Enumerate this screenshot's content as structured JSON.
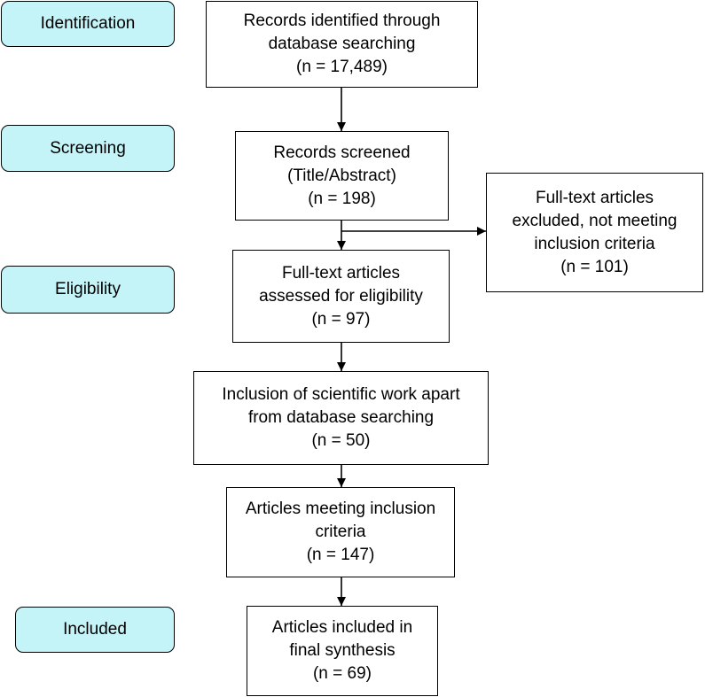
{
  "phases": {
    "identification": "Identification",
    "screening": "Screening",
    "eligibility": "Eligibility",
    "included": "Included"
  },
  "boxes": {
    "records_identified": [
      "Records identified through",
      "database searching",
      "(n = 17,489)"
    ],
    "records_screened": [
      "Records screened",
      "(Title/Abstract)",
      "(n = 198)"
    ],
    "excluded": [
      "Full-text articles",
      "excluded, not meeting",
      "inclusion criteria",
      "(n = 101)"
    ],
    "assessed": [
      "Full-text articles",
      "assessed for eligibility",
      "(n = 97)"
    ],
    "inclusion_other": [
      "Inclusion of scientific work apart",
      "from database searching",
      "(n = 50)"
    ],
    "meeting_criteria": [
      "Articles meeting inclusion",
      "criteria",
      "(n = 147)"
    ],
    "final_synthesis": [
      "Articles included in",
      "final synthesis",
      "(n = 69)"
    ]
  }
}
